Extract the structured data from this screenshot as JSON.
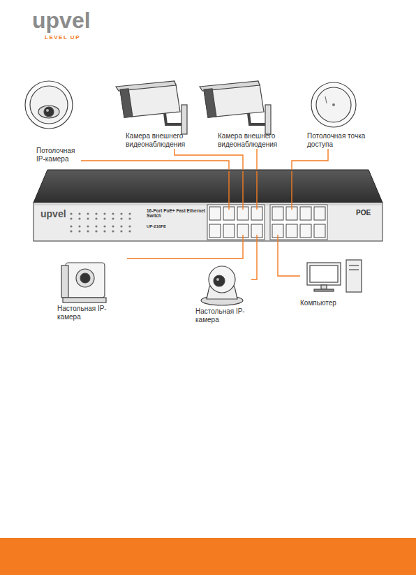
{
  "diagram": {
    "nodes": [
      {
        "text": [
          "Потолочная IP-камера"
        ]
      },
      {
        "text": [
          "Камера внешнего видеонаблюдения"
        ]
      },
      {
        "text": [
          "Камера внешнего видеонаблюдения"
        ]
      },
      {
        "text": [
          "Потолочная точка доступа"
        ]
      },
      {
        "text": [
          "upvel",
          "16-Port PoE+ Fast Ethernet Switch",
          "UP-216FE",
          "POE"
        ]
      },
      {
        "text": [
          "Настольная IP-камера"
        ]
      },
      {
        "text": [
          "Настольная IP-камера"
        ]
      },
      {
        "text": [
          "Компьютер"
        ]
      }
    ],
    "edges": [
      {
        "from": 0,
        "to": 4,
        "arrow": "none"
      },
      {
        "from": 1,
        "to": 4,
        "arrow": "none"
      },
      {
        "from": 2,
        "to": 4,
        "arrow": "none"
      },
      {
        "from": 3,
        "to": 4,
        "arrow": "none"
      },
      {
        "from": 5,
        "to": 4,
        "arrow": "none"
      },
      {
        "from": 6,
        "to": 4,
        "arrow": "none"
      },
      {
        "from": 7,
        "to": 4,
        "arrow": "none"
      }
    ],
    "labels": [
      "upvel",
      "LEVEL UP"
    ]
  }
}
